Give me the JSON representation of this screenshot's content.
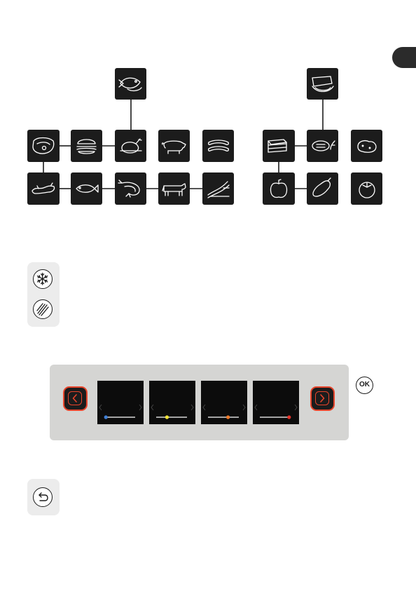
{
  "icons": {
    "meat_group_header": "fish-fillet-icon",
    "veg_group_header": "vegetable-slices-icon",
    "meat_items": [
      "steak-icon",
      "burger-icon",
      "chicken-icon",
      "pig-icon",
      "sausages-icon",
      "sausage-icon",
      "fish-icon",
      "shrimp-icon",
      "cow-icon",
      "bacon-icon"
    ],
    "veg_items": [
      "toast-icon",
      "veggie-patty-icon",
      "potato-icon",
      "pepper-icon",
      "eggplant-icon",
      "tomato-icon"
    ],
    "modes": [
      "frozen-snowflake-icon",
      "grill-stripes-icon"
    ],
    "back": "back-arrow-icon"
  },
  "display": {
    "levels": [
      {
        "indicator_color": "#3f7fd6",
        "level": 0.05
      },
      {
        "indicator_color": "#f2e436",
        "level": 0.35
      },
      {
        "indicator_color": "#f07a2a",
        "level": 0.65
      },
      {
        "indicator_color": "#e6342a",
        "level": 0.95
      }
    ],
    "ok_label": "OK"
  },
  "colors": {
    "accent": "#e7442b",
    "tile": "#1c1c1c",
    "panel": "#d5d5d3"
  }
}
